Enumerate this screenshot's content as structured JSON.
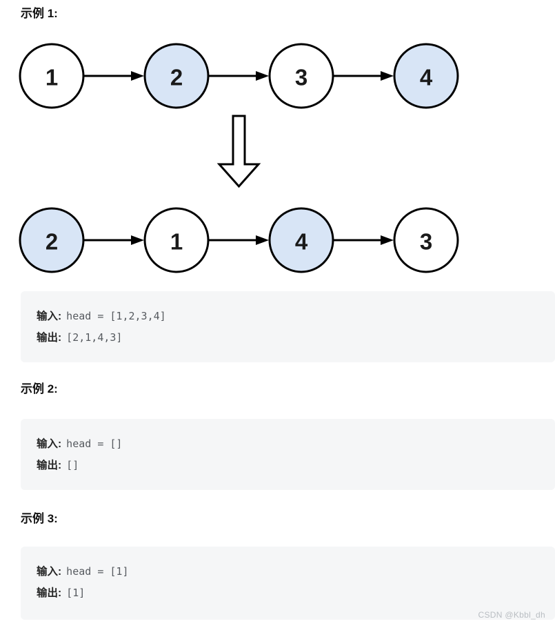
{
  "colors": {
    "node_fill_default": "#ffffff",
    "node_fill_highlight": "#d8e5f6",
    "node_stroke": "#000000",
    "code_block_bg": "#f5f6f7",
    "label_color": "#262626",
    "code_color": "#565a5f",
    "watermark_color": "#b9bdc2"
  },
  "example1": {
    "heading": "示例 1:",
    "diagram": {
      "transform_icon": "down-arrow",
      "before": [
        {
          "value": "1",
          "highlight": false
        },
        {
          "value": "2",
          "highlight": true
        },
        {
          "value": "3",
          "highlight": false
        },
        {
          "value": "4",
          "highlight": true
        }
      ],
      "after": [
        {
          "value": "2",
          "highlight": true
        },
        {
          "value": "1",
          "highlight": false
        },
        {
          "value": "4",
          "highlight": true
        },
        {
          "value": "3",
          "highlight": false
        }
      ]
    },
    "io": {
      "input_label": "输入:",
      "input_value": "head = [1,2,3,4]",
      "output_label": "输出:",
      "output_value": "[2,1,4,3]"
    }
  },
  "example2": {
    "heading": "示例 2:",
    "io": {
      "input_label": "输入:",
      "input_value": "head = []",
      "output_label": "输出:",
      "output_value": "[]"
    }
  },
  "example3": {
    "heading": "示例 3:",
    "io": {
      "input_label": "输入:",
      "input_value": "head = [1]",
      "output_label": "输出:",
      "output_value": "[1]"
    }
  },
  "watermark": "CSDN @Kbbl_dh"
}
